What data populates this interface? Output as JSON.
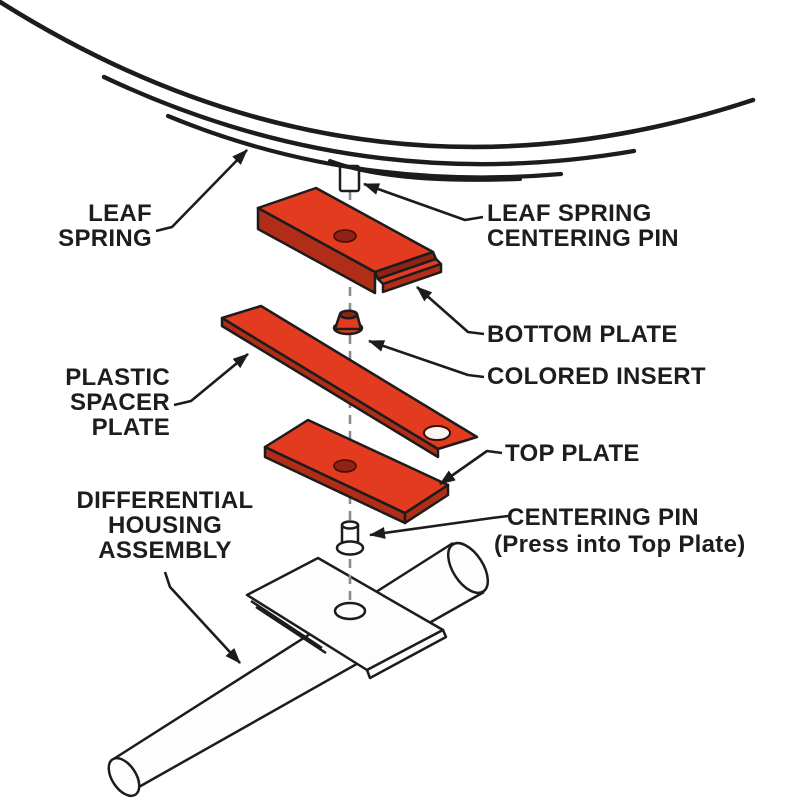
{
  "diagram": {
    "title": "Leaf spring mounting exploded-view diagram",
    "labels": {
      "leaf_spring": {
        "line1": "LEAF",
        "line2": "SPRING"
      },
      "leaf_spring_centering_pin": {
        "line1": "LEAF SPRING",
        "line2": "CENTERING PIN"
      },
      "bottom_plate": {
        "line1": "BOTTOM PLATE"
      },
      "colored_insert": {
        "line1": "COLORED INSERT"
      },
      "plastic_spacer_plate": {
        "line1": "PLASTIC",
        "line2": "SPACER",
        "line3": "PLATE"
      },
      "top_plate": {
        "line1": "TOP PLATE"
      },
      "centering_pin": {
        "line1": "CENTERING PIN",
        "line2": "(Press into Top Plate)"
      },
      "differential_housing_assembly": {
        "line1": "DIFFERENTIAL",
        "line2": "HOUSING",
        "line3": "ASSEMBLY"
      }
    },
    "parts": [
      "leaf-spring",
      "leaf-spring-centering-pin",
      "bottom-plate",
      "colored-insert",
      "plastic-spacer-plate",
      "top-plate",
      "centering-pin",
      "differential-housing-assembly"
    ],
    "colors": {
      "part_red": "#e23b20",
      "part_red_dark": "#b22d18",
      "part_red_deep": "#8f2315",
      "line_black": "#1c1c1c",
      "centerline_gray": "#8c8c8c",
      "background": "#ffffff"
    }
  }
}
